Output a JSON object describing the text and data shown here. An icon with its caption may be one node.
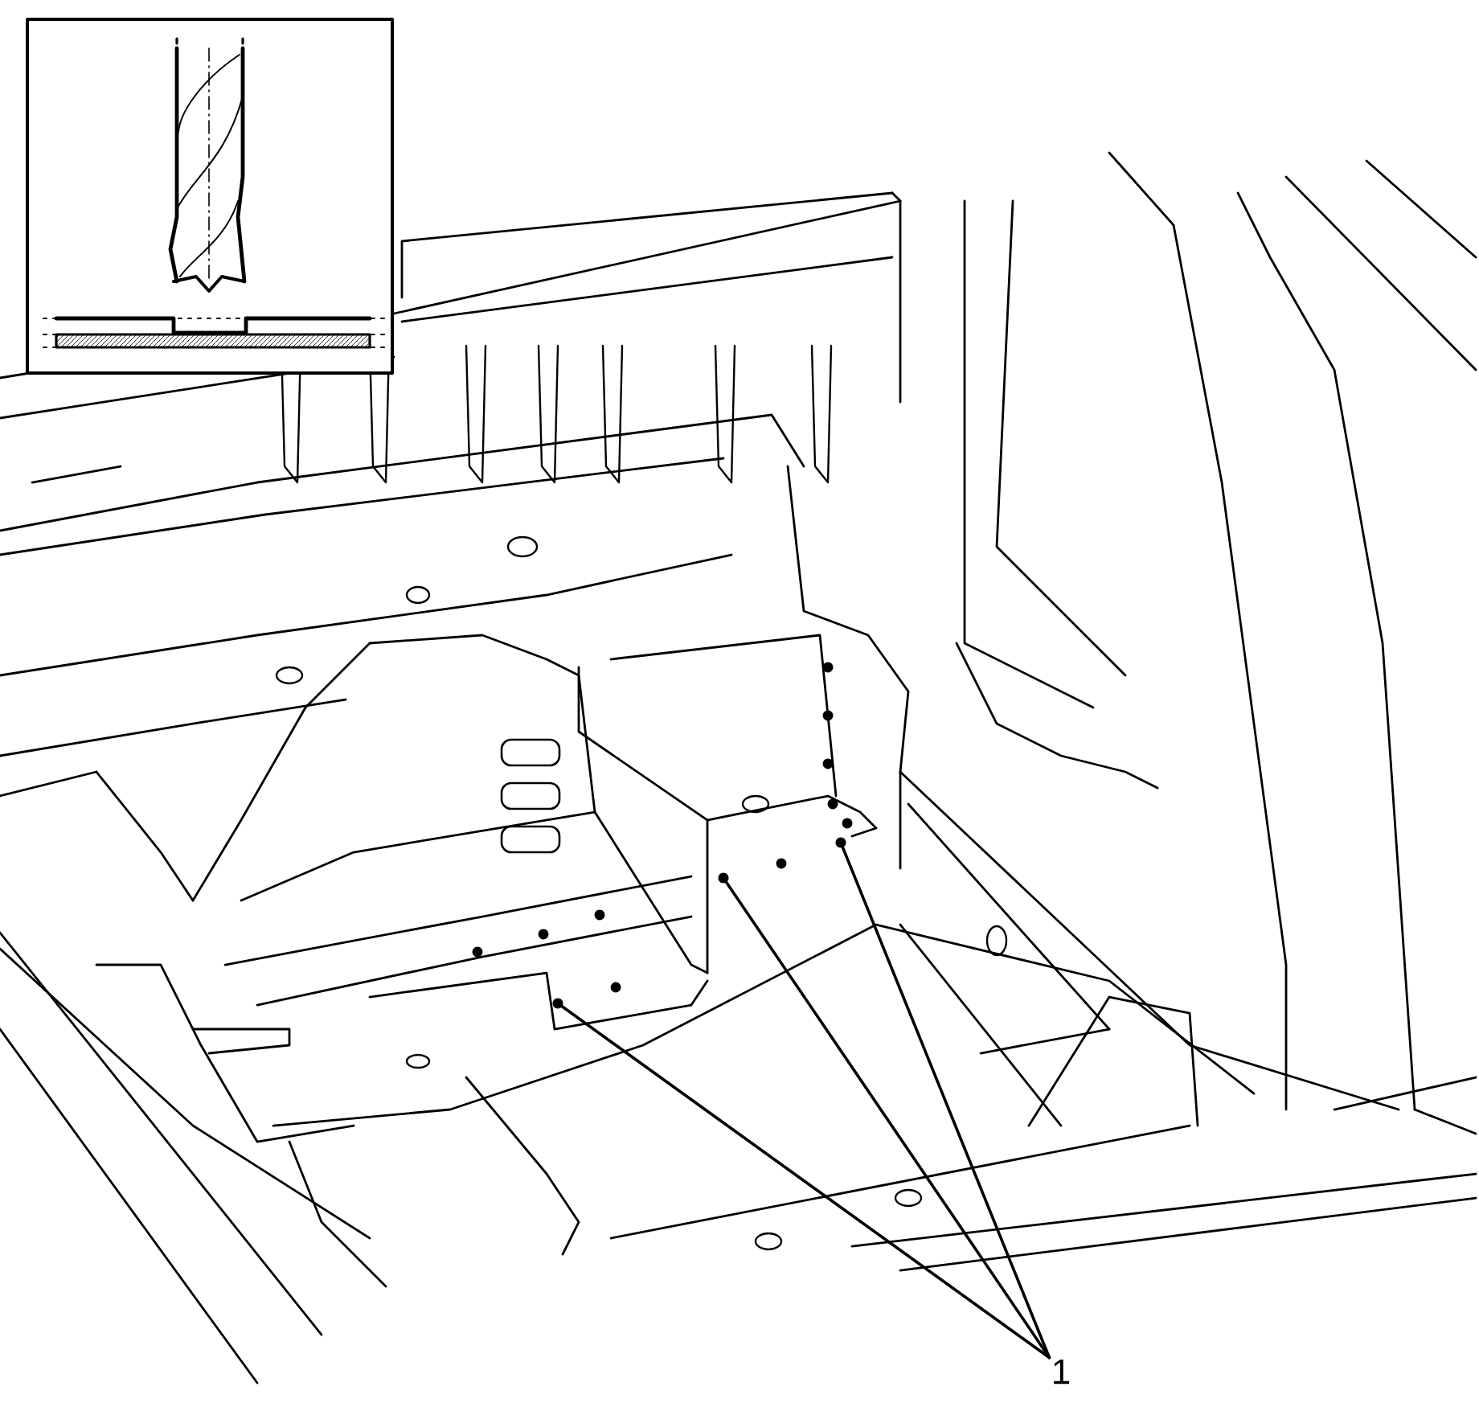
{
  "diagram": {
    "nodes": [
      {
        "text": [
          "1"
        ]
      },
      {
        "text": [],
        "shape": "circle"
      },
      {
        "text": [],
        "shape": "circle"
      },
      {
        "text": [],
        "shape": "circle"
      }
    ],
    "edges": [
      {
        "from": 0,
        "to": 1,
        "arrow": "none"
      },
      {
        "from": 0,
        "to": 2,
        "arrow": "none"
      },
      {
        "from": 0,
        "to": 3,
        "arrow": "none"
      }
    ]
  }
}
